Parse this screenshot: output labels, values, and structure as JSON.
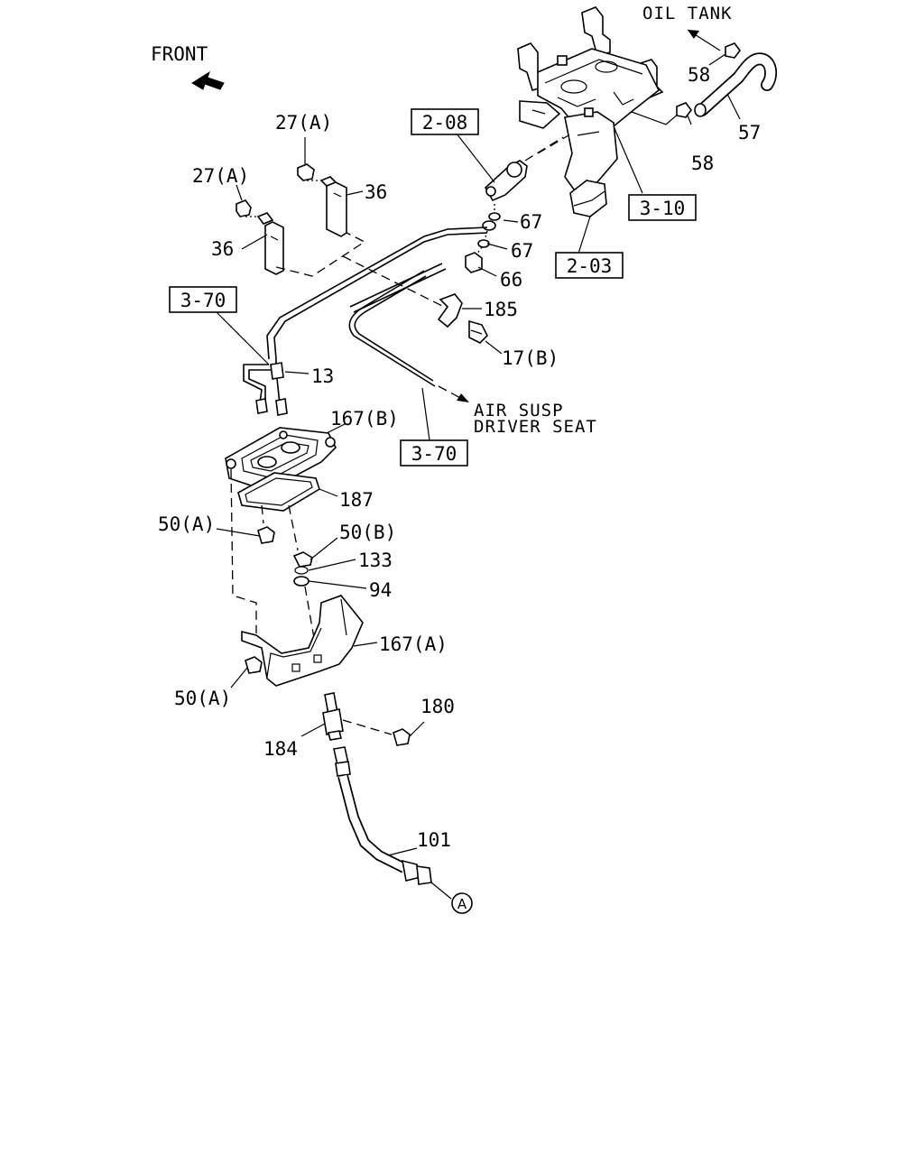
{
  "direction_labels": {
    "front": "FRONT",
    "oil_tank": "OIL TANK",
    "air_susp_line1": "AIR SUSP",
    "air_susp_line2": "DRIVER SEAT"
  },
  "reference_boxes": {
    "ref_2_08": "2-08",
    "ref_3_10": "3-10",
    "ref_2_03": "2-03",
    "ref_3_70_top": "3-70",
    "ref_3_70_bottom": "3-70"
  },
  "callouts": {
    "p27a_upper": "27(A)",
    "p27a_lower": "27(A)",
    "p36_upper": "36",
    "p36_lower": "36",
    "p58_upper": "58",
    "p58_lower": "58",
    "p57": "57",
    "p67_upper": "67",
    "p67_lower": "67",
    "p66": "66",
    "p185": "185",
    "p17b": "17(B)",
    "p13": "13",
    "p167b": "167(B)",
    "p187": "187",
    "p50a_upper": "50(A)",
    "p50b": "50(B)",
    "p133": "133",
    "p94": "94",
    "p167a": "167(A)",
    "p50a_lower": "50(A)",
    "p180": "180",
    "p184": "184",
    "p101": "101",
    "connector_a": "A"
  }
}
